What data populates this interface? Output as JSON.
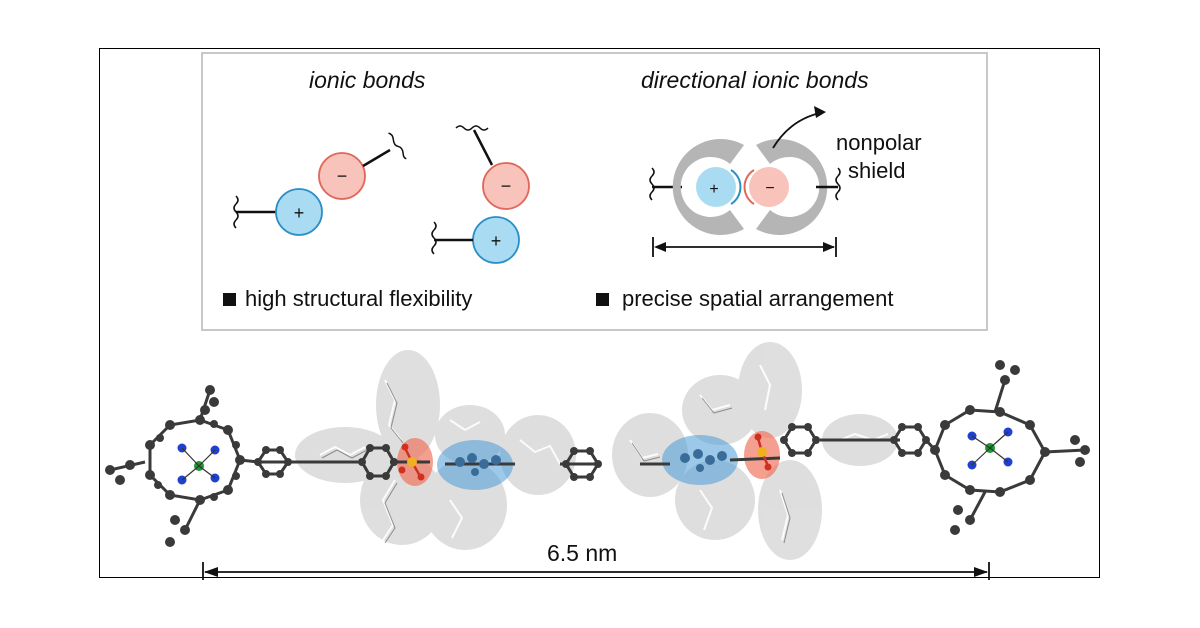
{
  "panel_left": {
    "title": "ionic bonds",
    "feature": "high structural flexibility"
  },
  "panel_right": {
    "title": "directional ionic bonds",
    "shield_label_line1": "nonpolar",
    "shield_label_line2": "shield",
    "feature": "precise spatial arrangement"
  },
  "charges": {
    "positive": "+",
    "negative": "−"
  },
  "molecule": {
    "length_label": "6.5 nm"
  },
  "colors": {
    "cation_fill": "#a9dcf2",
    "cation_stroke": "#2b8fc7",
    "anion_fill": "#f8c3bb",
    "anion_stroke": "#e0685a",
    "shield": "#b5b5b5",
    "cloud_gray": "#c4c4c4",
    "cloud_blue": "#4a9ad8",
    "cloud_red": "#ef6b55",
    "atom_dark": "#3a3a3a",
    "atom_n": "#2040d0",
    "atom_metal": "#1a9a30"
  }
}
